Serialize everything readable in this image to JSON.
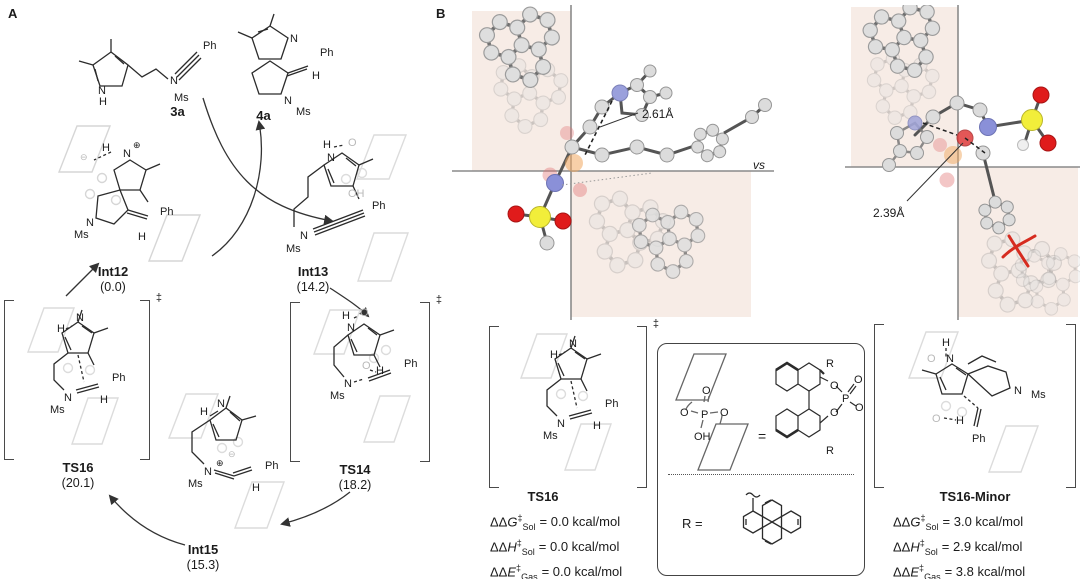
{
  "panelA": {
    "label": "A",
    "species": {
      "c3a": {
        "name": "3a"
      },
      "c4a": {
        "name": "4a"
      },
      "int12": {
        "name": "Int12",
        "energy": "(0.0)"
      },
      "int13": {
        "name": "Int13",
        "energy": "(14.2)"
      },
      "ts14": {
        "name": "TS14",
        "energy": "(18.2)"
      },
      "int15": {
        "name": "Int15",
        "energy": "(15.3)"
      },
      "ts16": {
        "name": "TS16",
        "energy": "(20.1)"
      }
    }
  },
  "chem": {
    "N": "N",
    "H": "H",
    "O": "O",
    "P": "P",
    "OH": "OH",
    "Ms": "Ms",
    "Ph": "Ph",
    "R": "R",
    "plus": "⊕",
    "minus": "⊖",
    "dagger": "‡",
    "equals": "="
  },
  "panelB": {
    "label": "B",
    "vs": "vs",
    "left_model": {
      "distance": "2.61Å"
    },
    "right_model": {
      "distance": "2.39Å"
    },
    "ts16": {
      "name": "TS16",
      "energies": [
        {
          "lead": "ΔΔ",
          "sym": "G",
          "sup": "‡",
          "sub": "Sol",
          "val": "= 0.0 kcal/mol"
        },
        {
          "lead": "ΔΔ",
          "sym": "H",
          "sup": "‡",
          "sub": "Sol",
          "val": "= 0.0 kcal/mol"
        },
        {
          "lead": "ΔΔ",
          "sym": "E",
          "sup": "‡",
          "sub": "Gas",
          "val": "= 0.0 kcal/mol"
        }
      ]
    },
    "ts16_minor": {
      "name": "TS16-Minor",
      "energies": [
        {
          "lead": "ΔΔ",
          "sym": "G",
          "sup": "‡",
          "sub": "Sol",
          "val": "= 3.0 kcal/mol"
        },
        {
          "lead": "ΔΔ",
          "sym": "H",
          "sup": "‡",
          "sub": "Sol",
          "val": "= 2.9 kcal/mol"
        },
        {
          "lead": "ΔΔ",
          "sym": "E",
          "sup": "‡",
          "sub": "Gas",
          "val": "= 3.8 kcal/mol"
        }
      ]
    },
    "catalyst_box": {
      "r_label": "R =",
      "equals": "="
    }
  }
}
